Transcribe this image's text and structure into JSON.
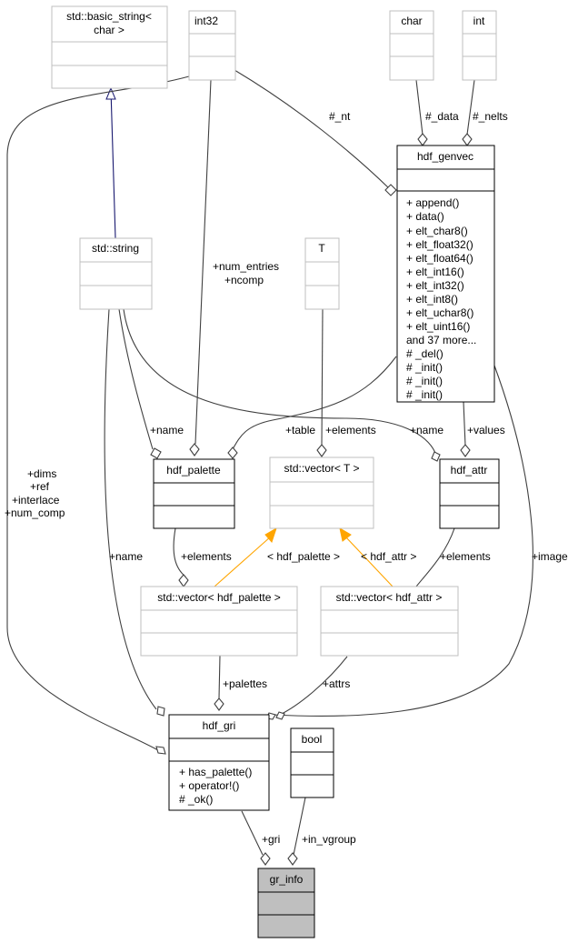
{
  "classes": {
    "basic_string": {
      "name_line1": "std::basic_string<",
      "name_line2": "char >"
    },
    "int32": {
      "name": "int32"
    },
    "char": {
      "name": "char"
    },
    "int": {
      "name": "int"
    },
    "hdf_genvec": {
      "name": "hdf_genvec",
      "methods": [
        "+ append()",
        "+ data()",
        "+ elt_char8()",
        "+ elt_float32()",
        "+ elt_float64()",
        "+ elt_int16()",
        "+ elt_int32()",
        "+ elt_int8()",
        "+ elt_uchar8()",
        "+ elt_uint16()",
        "and 37 more...",
        "# _del()",
        "# _init()",
        "# _init()",
        "# _init()"
      ]
    },
    "std_string": {
      "name": "std::string"
    },
    "T": {
      "name": "T"
    },
    "hdf_palette": {
      "name": "hdf_palette"
    },
    "vector_T": {
      "name": "std::vector< T >"
    },
    "hdf_attr": {
      "name": "hdf_attr"
    },
    "vector_palette": {
      "name": "std::vector< hdf_palette >"
    },
    "vector_attr": {
      "name": "std::vector< hdf_attr >"
    },
    "hdf_gri": {
      "name": "hdf_gri",
      "methods": [
        "+ has_palette()",
        "+ operator!()",
        "# _ok()"
      ]
    },
    "bool": {
      "name": "bool"
    },
    "gr_info": {
      "name": "gr_info"
    }
  },
  "edge_labels": {
    "nt": "#_nt",
    "data": "#_data",
    "nelts": "#_nelts",
    "num_entries": "+num_entries",
    "ncomp": "+ncomp",
    "palette_name": "+name",
    "table": "+table",
    "elements_T": "+elements",
    "attr_name": "+name",
    "values": "+values",
    "dims": "+dims",
    "ref": "+ref",
    "interlace": "+interlace",
    "num_comp": "+num_comp",
    "gri_name": "+name",
    "palette_elements": "+elements",
    "tmpl_palette": "< hdf_palette >",
    "tmpl_attr": "< hdf_attr >",
    "attr_elements": "+elements",
    "image": "+image",
    "palettes": "+palettes",
    "attrs": "+attrs",
    "gri": "+gri",
    "in_vgroup": "+in_vgroup"
  }
}
